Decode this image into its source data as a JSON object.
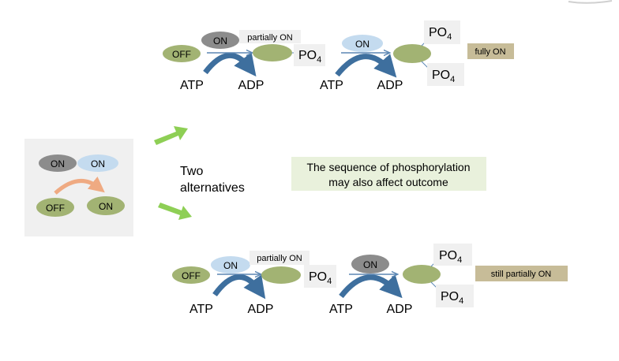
{
  "colors": {
    "green_oval": "#a2b373",
    "gray_oval": "#8c8c8c",
    "blue_oval": "#c4dbef",
    "arc_blue": "#3e6f9e",
    "arc_orange": "#efaa82",
    "arrow_green": "#8ecf55",
    "box_gray": "#f0f0f0",
    "tan": "#c7bc98",
    "note_green": "#e9f1dc"
  },
  "inset": {
    "kinase_gray": "ON",
    "kinase_blue": "ON",
    "substrate_off": "OFF",
    "substrate_on": "ON"
  },
  "middle": {
    "two_alternatives_line1": "Two",
    "two_alternatives_line2": "alternatives",
    "note_line1": "The sequence of phosphorylation",
    "note_line2": "may also affect outcome"
  },
  "top_path": {
    "substrate_off": "OFF",
    "kinase1": "ON",
    "atp1": "ATP",
    "adp1": "ADP",
    "partial_label": "partially ON",
    "po4_first": "PO",
    "kinase2": "ON",
    "atp2": "ATP",
    "adp2": "ADP",
    "po4_upper": "PO",
    "po4_lower": "PO",
    "result_label": "fully ON"
  },
  "bottom_path": {
    "substrate_off": "OFF",
    "kinase1": "ON",
    "atp1": "ATP",
    "adp1": "ADP",
    "partial_label": "partially ON",
    "po4_first": "PO",
    "kinase2": "ON",
    "atp2": "ATP",
    "adp2": "ADP",
    "po4_upper": "PO",
    "po4_lower": "PO",
    "result_label": "still partially ON"
  },
  "subscript": "4"
}
